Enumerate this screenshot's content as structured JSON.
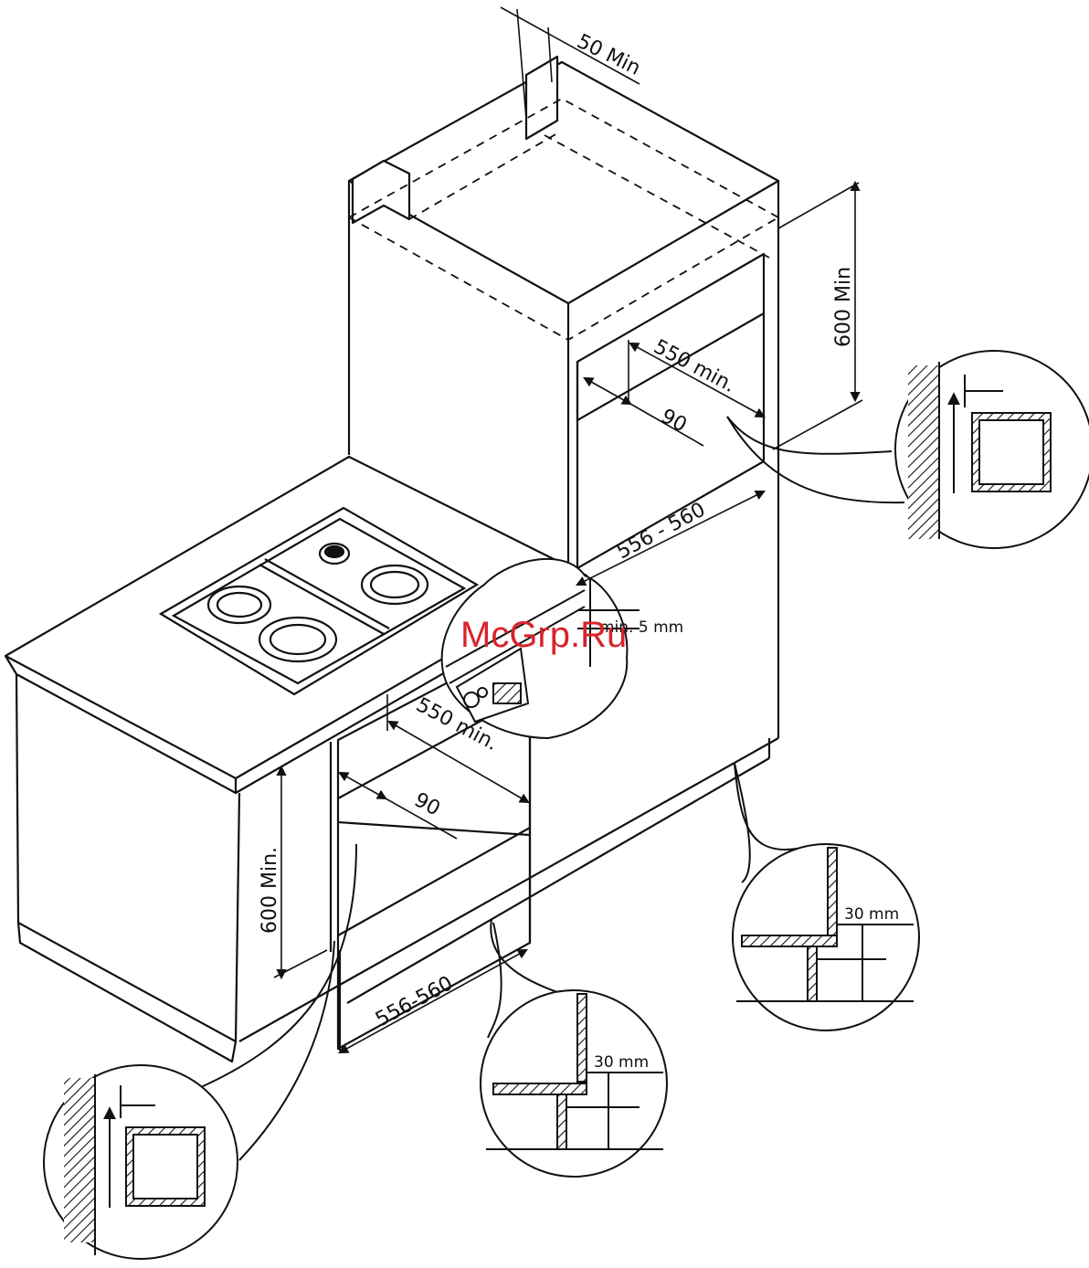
{
  "watermark": "McGrp.Ru",
  "colors": {
    "line": "#111111",
    "watermark": "#d8232a",
    "background": "#ffffff"
  },
  "dimensions": {
    "top_gap": "50 Min",
    "column_height": "600 Min",
    "column_depth": "550 min.",
    "column_rear_gap": "90",
    "column_width": "556 - 560",
    "hob_gap": "min. 5 mm",
    "base_depth": "550 min.",
    "base_rear_gap": "90",
    "base_height": "600 Min.",
    "base_width": "556-560",
    "plinth_gap_right": "30 mm",
    "plinth_gap_left": "30 mm"
  }
}
